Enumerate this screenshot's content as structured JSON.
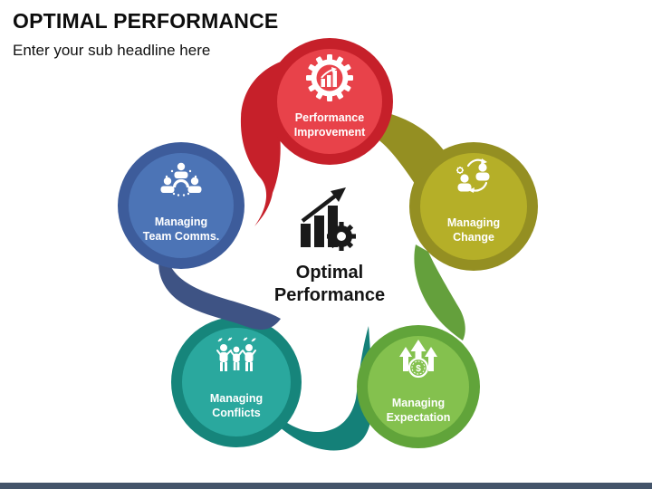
{
  "slide": {
    "title": "OPTIMAL PERFORMANCE",
    "subtitle": "Enter your sub headline here",
    "footer_bar_color": "#44546A",
    "background_color": "#FFFFFF"
  },
  "center": {
    "label_line1": "Optimal",
    "label_line2": "Performance",
    "icon": "bar-chart-arrow-gear-icon",
    "color": "#1A1A1A"
  },
  "nodes": [
    {
      "id": "performance-improvement",
      "label_line1": "Performance",
      "label_line2": "Improvement",
      "icon": "gear-growth-chart-icon",
      "ring": "#C6202A",
      "fill": "#E8424A",
      "tail": "#C6202A"
    },
    {
      "id": "managing-change",
      "label_line1": "Managing",
      "label_line2": "Change",
      "icon": "people-cycle-arrows-icon",
      "ring": "#948F22",
      "fill": "#B5AF28",
      "tail": "#948F22"
    },
    {
      "id": "managing-expectation",
      "label_line1": "Managing",
      "label_line2": "Expectation",
      "icon": "rising-arrows-coin-icon",
      "ring": "#61A43A",
      "fill": "#84C14E",
      "tail": "#64A03C"
    },
    {
      "id": "managing-conflicts",
      "label_line1": "Managing",
      "label_line2": "Conflicts",
      "icon": "arguing-people-icon",
      "ring": "#16857B",
      "fill": "#2AA89E",
      "tail": "#148078"
    },
    {
      "id": "managing-team-comms",
      "label_line1": "Managing",
      "label_line2": "Team Comms.",
      "icon": "team-communication-icon",
      "ring": "#3D5C9B",
      "fill": "#4C74B6",
      "tail": "#3E5384"
    }
  ]
}
